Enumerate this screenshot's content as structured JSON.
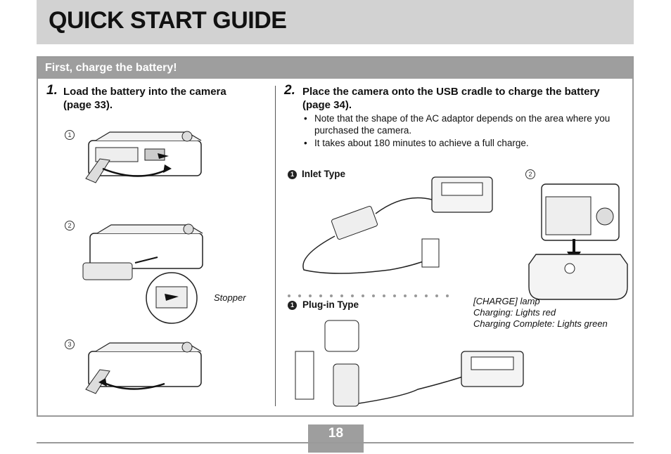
{
  "header": {
    "title": "QUICK START GUIDE"
  },
  "section": {
    "title": "First, charge the battery!"
  },
  "step1": {
    "number": "1.",
    "text": "Load the battery into the camera (page 33).",
    "markers": [
      "1",
      "2",
      "3"
    ],
    "stopper_label": "Stopper"
  },
  "step2": {
    "number": "2.",
    "text": "Place the camera onto the USB cradle to charge the battery (page 34).",
    "bullets": [
      "Note that the shape of the AC adaptor depends on the area where you purchased the camera.",
      "It takes about 180 minutes to achieve a full charge."
    ],
    "inlet_marker": "1",
    "inlet_label": "Inlet Type",
    "plugin_marker": "1",
    "plugin_label": "Plug-in Type",
    "cradle_marker": "2",
    "charge_lamp": "[CHARGE] lamp",
    "charging": "Charging: Lights red",
    "charging_complete": "Charging Complete: Lights green"
  },
  "footer": {
    "page_number": "18"
  }
}
